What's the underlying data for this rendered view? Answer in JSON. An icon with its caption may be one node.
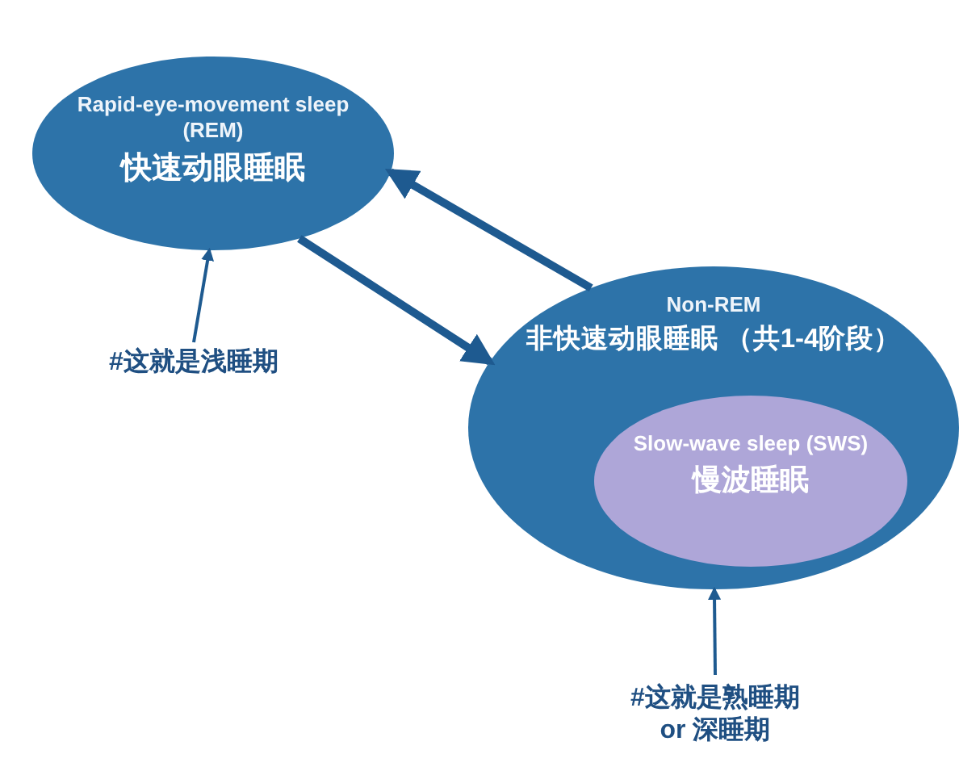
{
  "diagram": {
    "nodes": [
      {
        "text": [
          "Rapid-eye-movement sleep (REM)",
          "快速动眼睡眠"
        ]
      },
      {
        "text": [
          "Non-REM",
          "非快速动眼睡眠 （共1-4阶段）"
        ]
      },
      {
        "text": [
          "Slow-wave sleep (SWS)",
          "慢波睡眠"
        ],
        "in": 1
      },
      {
        "text": [
          "#这就是浅睡期"
        ]
      },
      {
        "text": [
          "#这就是熟睡期 or 深睡期"
        ]
      }
    ],
    "edges": [
      {
        "from": 1,
        "to": 0,
        "arrow": "to",
        "style": "thick"
      },
      {
        "from": 0,
        "to": 1,
        "arrow": "to",
        "style": "thick"
      },
      {
        "from": 3,
        "to": 0,
        "arrow": "to"
      },
      {
        "from": 4,
        "to": 1,
        "arrow": "to"
      }
    ]
  }
}
